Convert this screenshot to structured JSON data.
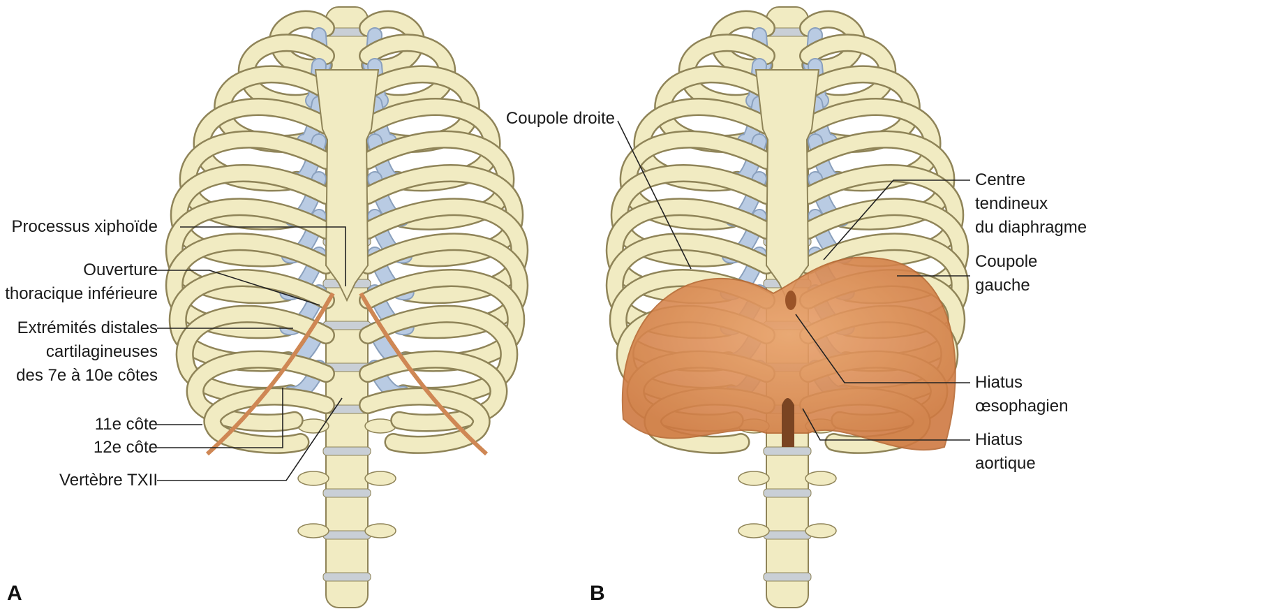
{
  "panels": {
    "a": {
      "letter": "A"
    },
    "b": {
      "letter": "B"
    }
  },
  "labels_a": {
    "xiphoid": "Processus xiphoïde",
    "opening_1": "Ouverture",
    "opening_2": "thoracique inférieure",
    "distal_1": "Extrémités distales",
    "distal_2": "cartilagineuses",
    "distal_3": "des 7e à 10e côtes",
    "rib11": "11e côte",
    "rib12": "12e côte",
    "vertebra": "Vertèbre TXII"
  },
  "labels_b": {
    "right_dome": "Coupole droite",
    "central_1": "Centre",
    "central_2": "tendineux",
    "central_3": "du diaphragme",
    "left_dome_1": "Coupole",
    "left_dome_2": "gauche",
    "oesophageal_1": "Hiatus",
    "oesophageal_2": "œsophagien",
    "aortic_1": "Hiatus",
    "aortic_2": "aortique"
  },
  "colors": {
    "bone": "#f1ebc2",
    "bone_outline": "#8f8458",
    "cartilage": "#b9cbe3",
    "diaphragm": "#e2935a",
    "leader_line": "#222222"
  }
}
